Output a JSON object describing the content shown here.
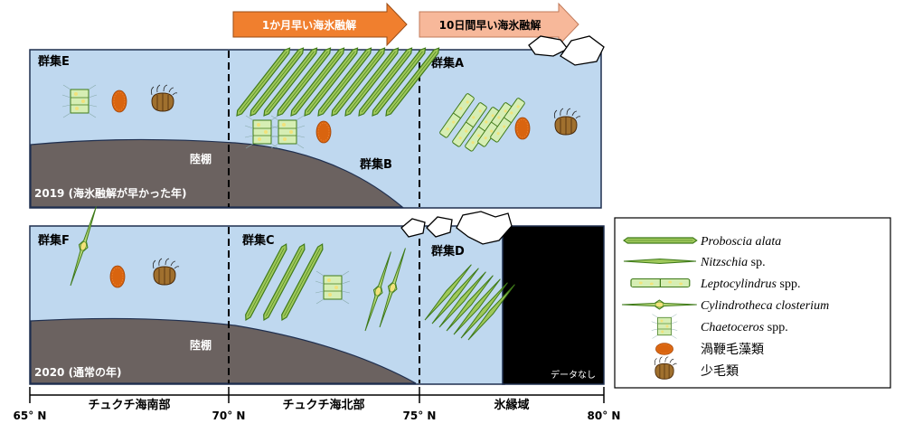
{
  "colors": {
    "sea": "#bfd8ef",
    "shelf": "#6b6260",
    "arrow1": "#f07f2e",
    "arrow2": "#f7b89a",
    "green_cell": "#9fc85a",
    "dark_green": "#3f7a1a",
    "dino": "#d9640f",
    "ciliate": "#7a4a1e"
  },
  "arrows": {
    "early_month": "1か月早い海氷融解",
    "early_10days": "10日間早い海氷融解"
  },
  "panel_2019": {
    "year_label": "2019 (海氷融解が早かった年)",
    "shelf_label": "陸棚",
    "communities": {
      "e": "群集E",
      "a": "群集A",
      "b": "群集B"
    }
  },
  "panel_2020": {
    "year_label": "2020 (通常の年)",
    "shelf_label": "陸棚",
    "no_data": "データなし",
    "communities": {
      "f": "群集F",
      "c": "群集C",
      "d": "群集D"
    }
  },
  "axis": {
    "ticks": [
      "65° N",
      "70° N",
      "75° N",
      "80° N"
    ],
    "regions": [
      "チュクチ海南部",
      "チュクチ海北部",
      "氷縁域"
    ]
  },
  "legend": {
    "items": [
      {
        "italic": "Proboscia alata",
        "plain": "",
        "icon": "proboscia-icon"
      },
      {
        "italic": "Nitzschia",
        "plain": " sp.",
        "icon": "nitzschia-icon"
      },
      {
        "italic": "Leptocylindrus",
        "plain": " spp.",
        "icon": "leptocylindrus-icon"
      },
      {
        "italic": "Cylindrotheca closterium",
        "plain": "",
        "icon": "cylindrotheca-icon"
      },
      {
        "italic": "Chaetoceros",
        "plain": " spp.",
        "icon": "chaetoceros-icon"
      },
      {
        "italic": "",
        "plain": "渦鞭毛藻類",
        "icon": "dinoflagellate-icon"
      },
      {
        "italic": "",
        "plain": "少毛類",
        "icon": "ciliate-icon"
      }
    ]
  }
}
